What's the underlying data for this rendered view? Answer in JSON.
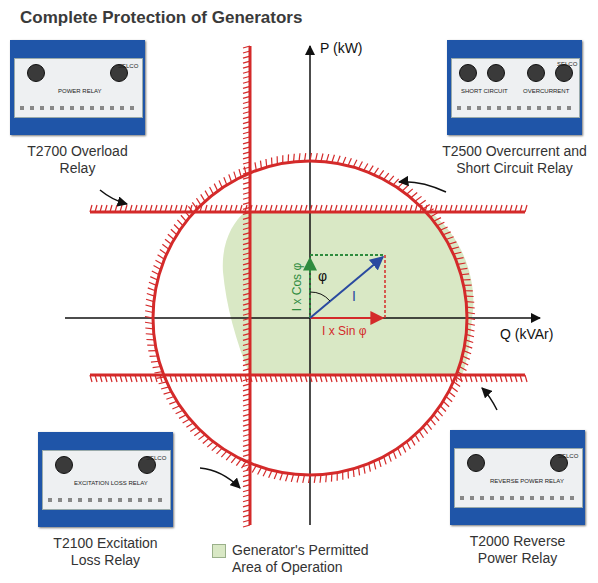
{
  "diagram": {
    "title": "Complete Protection of Generators",
    "nodes": [
      {
        "text": [
          "T2700 Overload Relay",
          "POWER RELAY",
          "SELCO"
        ]
      },
      {
        "text": [
          "T2500 Overcurrent and Short Circuit Relay",
          "SHORT CIRCUIT",
          "OVERCURRENT",
          "SELCO"
        ]
      },
      {
        "text": [
          "T2100 Excitation Loss Relay",
          "EXCITATION LOSS RELAY",
          "SELCO"
        ]
      },
      {
        "text": [
          "T2000 Reverse Power Relay",
          "REVERSE POWER RELAY",
          "SELCO"
        ]
      }
    ],
    "labels": [
      "P (kW)",
      "Q (kVAr)",
      "I x Cos φ",
      "I x Sin φ",
      "φ",
      "I"
    ],
    "legend": [
      {
        "text": "Generator's Permitted Area of Operation",
        "color": "#d9e8c5"
      }
    ]
  }
}
